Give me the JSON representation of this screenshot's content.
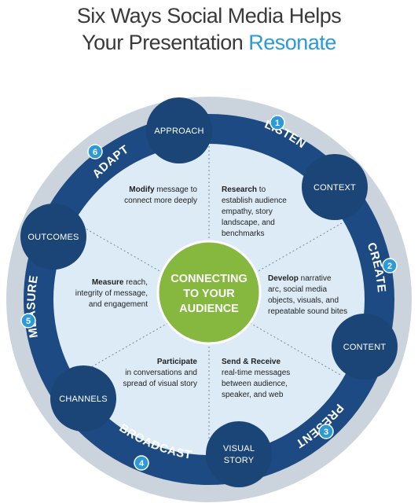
{
  "title": {
    "line1": "Six Ways Social Media Helps",
    "line2_prefix": "Your Presentation ",
    "line2_accent": "Resonate"
  },
  "center": {
    "line1": "CONNECTING",
    "line2": "TO YOUR",
    "line3": "AUDIENCE"
  },
  "stages": [
    {
      "number": "1",
      "label": "LISTEN"
    },
    {
      "number": "2",
      "label": "CREATE"
    },
    {
      "number": "3",
      "label": "PRESENT"
    },
    {
      "number": "4",
      "label": "BROADCAST"
    },
    {
      "number": "5",
      "label": "MEASURE"
    },
    {
      "number": "6",
      "label": "ADAPT"
    }
  ],
  "nodes": {
    "approach": "APPROACH",
    "context": "CONTEXT",
    "content": "CONTENT",
    "visual_story_1": "VISUAL",
    "visual_story_2": "STORY",
    "channels": "CHANNELS",
    "outcomes": "OUTCOMES"
  },
  "descriptions": {
    "research": {
      "bold": "Research",
      "rest": " to",
      "lines": [
        "establish audience",
        "empathy, story",
        "landscape, and",
        "benchmarks"
      ]
    },
    "develop": {
      "bold": "Develop",
      "rest": " narrative",
      "lines": [
        "arc, social media",
        "objects, visuals, and",
        "repeatable sound bites"
      ]
    },
    "send": {
      "bold": "Send & Receive",
      "rest": "",
      "lines": [
        "real-time messages",
        "between audience,",
        "speaker, and web"
      ]
    },
    "participate": {
      "bold": "Participate",
      "rest": "",
      "lines": [
        "in conversations and",
        "spread of visual story"
      ]
    },
    "measure": {
      "bold": "Measure",
      "rest": " reach,",
      "lines": [
        "integrity of message,",
        "and engagement"
      ]
    },
    "modify": {
      "bold": "Modify",
      "rest": " message to",
      "lines": [
        "connect more deeply"
      ]
    }
  },
  "colors": {
    "ring": "#1d4a82",
    "node": "#1b4477",
    "outer_ring": "#cbd3dc",
    "inner_disc": "#dcebf6",
    "center": "#86b73f",
    "badge": "#2b9ad6",
    "accent": "#2b9ad6"
  }
}
